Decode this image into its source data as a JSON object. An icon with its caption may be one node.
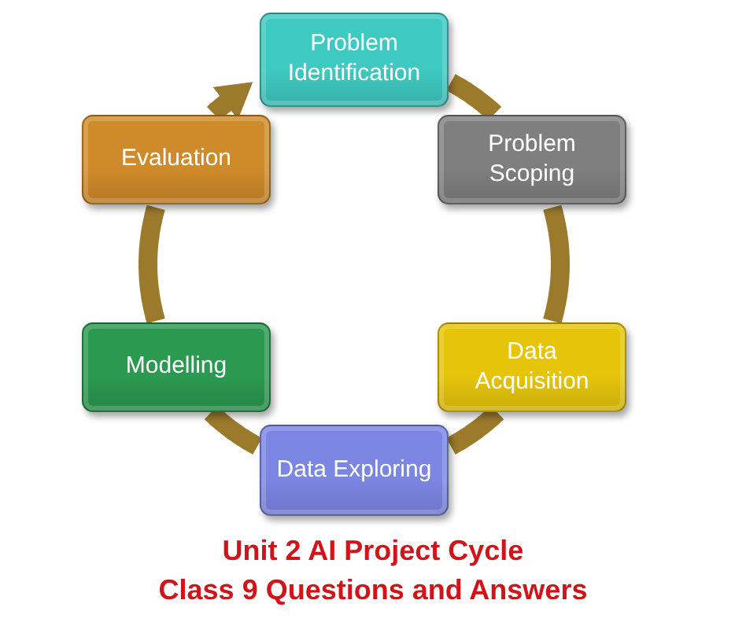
{
  "diagram": {
    "nodes": [
      {
        "text": [
          "Problem Identification"
        ]
      },
      {
        "text": [
          "Problem Scoping"
        ]
      },
      {
        "text": [
          "Data Acquisition"
        ]
      },
      {
        "text": [
          "Data Exploring"
        ]
      },
      {
        "text": [
          "Modelling"
        ]
      },
      {
        "text": [
          "Evaluation"
        ]
      }
    ],
    "edges": [
      {
        "from": 0,
        "to": 1,
        "arrow": "none"
      },
      {
        "from": 1,
        "to": 2,
        "arrow": "none"
      },
      {
        "from": 2,
        "to": 3,
        "arrow": "none"
      },
      {
        "from": 3,
        "to": 4,
        "arrow": "none"
      },
      {
        "from": 4,
        "to": 5,
        "arrow": "none"
      },
      {
        "from": 5,
        "to": 0,
        "arrow": "to"
      }
    ],
    "labels": [
      "Unit 2 AI Project Cycle",
      "Class 9 Questions and Answers"
    ]
  }
}
